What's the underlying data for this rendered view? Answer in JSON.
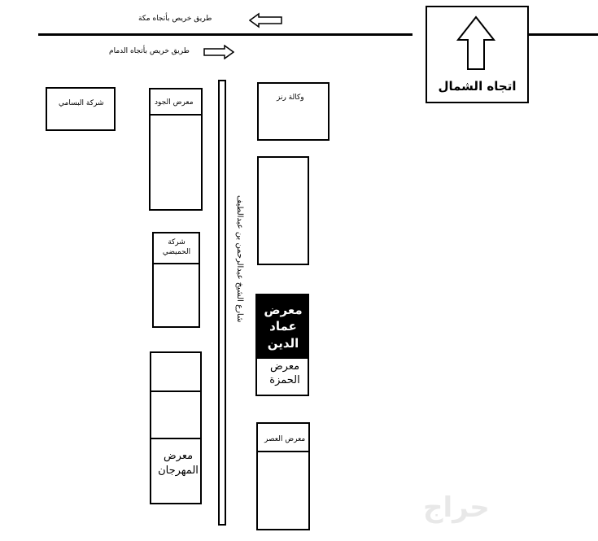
{
  "roads": {
    "top_road_label": "طريق خريص بأتجاه مكة",
    "bottom_road_label": "طريق خريص بأتجاه الدمام",
    "street_label": "شارع الشيخ عبدالرحمن بن عبدالطيف"
  },
  "north": {
    "label": "اتجاه الشمال"
  },
  "shops": {
    "bassami": "شركة البسامي",
    "jood": "معرض الجود",
    "humaidi": "شركة الحميضي",
    "mahrajan": "معرض المهرجان",
    "rinz": "وكالة رنز",
    "emad": "معرض عماد الدين",
    "hamza": "معرض الحمزة",
    "asr": "معرض العصر"
  },
  "watermark": "حراج"
}
